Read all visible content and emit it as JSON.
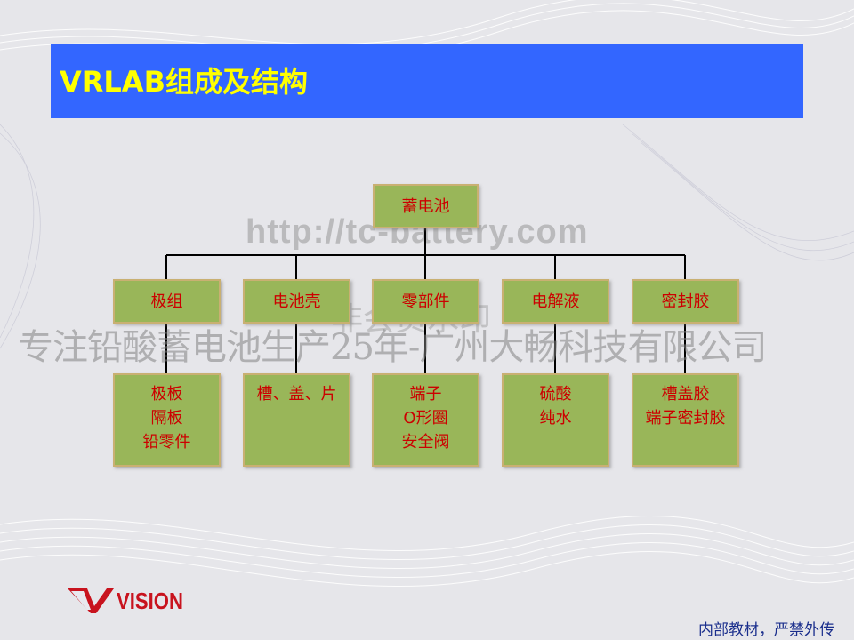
{
  "slide": {
    "title": "VRLAB组成及结构",
    "footer_note": "内部教材，严禁外传",
    "logo_text": "VISION"
  },
  "watermarks": {
    "url": "http://tc-battery.com",
    "stamp": "非会员水印",
    "company": "专注铅酸蓄电池生产25年-广州大畅科技有限公司"
  },
  "tree": {
    "root": "蓄电池",
    "children": [
      {
        "label": "极组",
        "items": [
          "极板",
          "隔板",
          "铅零件"
        ]
      },
      {
        "label": "电池壳",
        "items": [
          "槽、盖、片"
        ]
      },
      {
        "label": "零部件",
        "items": [
          "端子",
          "O形圈",
          "安全阀"
        ]
      },
      {
        "label": "电解液",
        "items": [
          "硫酸",
          "纯水"
        ]
      },
      {
        "label": "密封胶",
        "items": [
          "槽盖胶",
          "端子密封胶"
        ]
      }
    ]
  },
  "colors": {
    "title_bar": "#3366ff",
    "title_text": "#ffff00",
    "box_fill": "#99b659",
    "box_border": "#c9b072",
    "box_text": "#cc0000",
    "logo_red": "#c8131e",
    "footer_text": "#1a2e8c"
  }
}
